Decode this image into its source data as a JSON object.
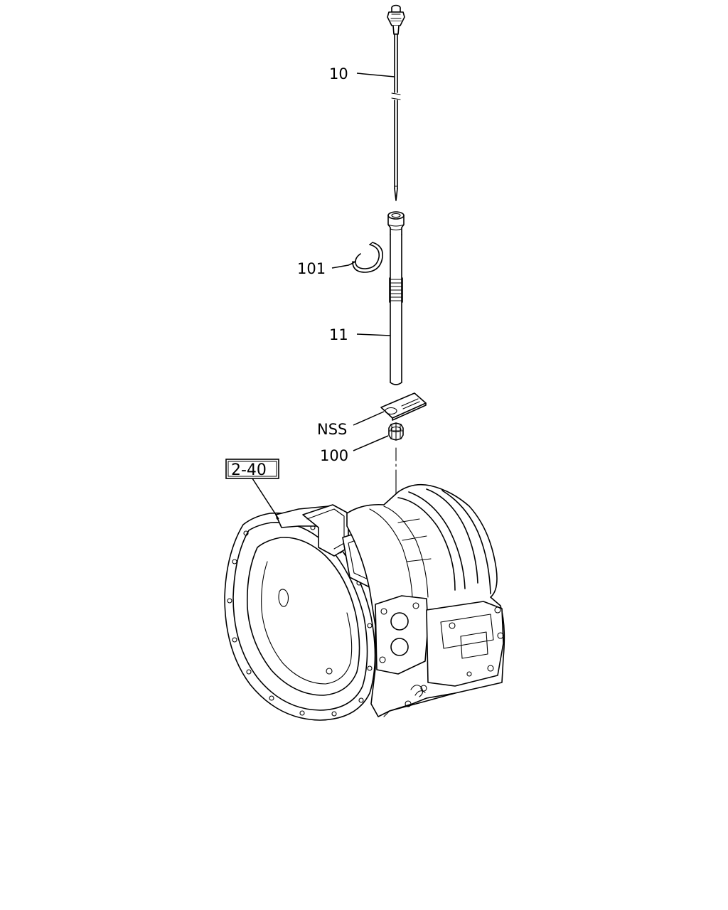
{
  "callouts": {
    "dipstick_gauge": "10",
    "dipstick_guide_tube": "11",
    "clip": "101",
    "plate": "NSS",
    "nut": "100"
  },
  "reference": {
    "page_ref": "2-40"
  }
}
